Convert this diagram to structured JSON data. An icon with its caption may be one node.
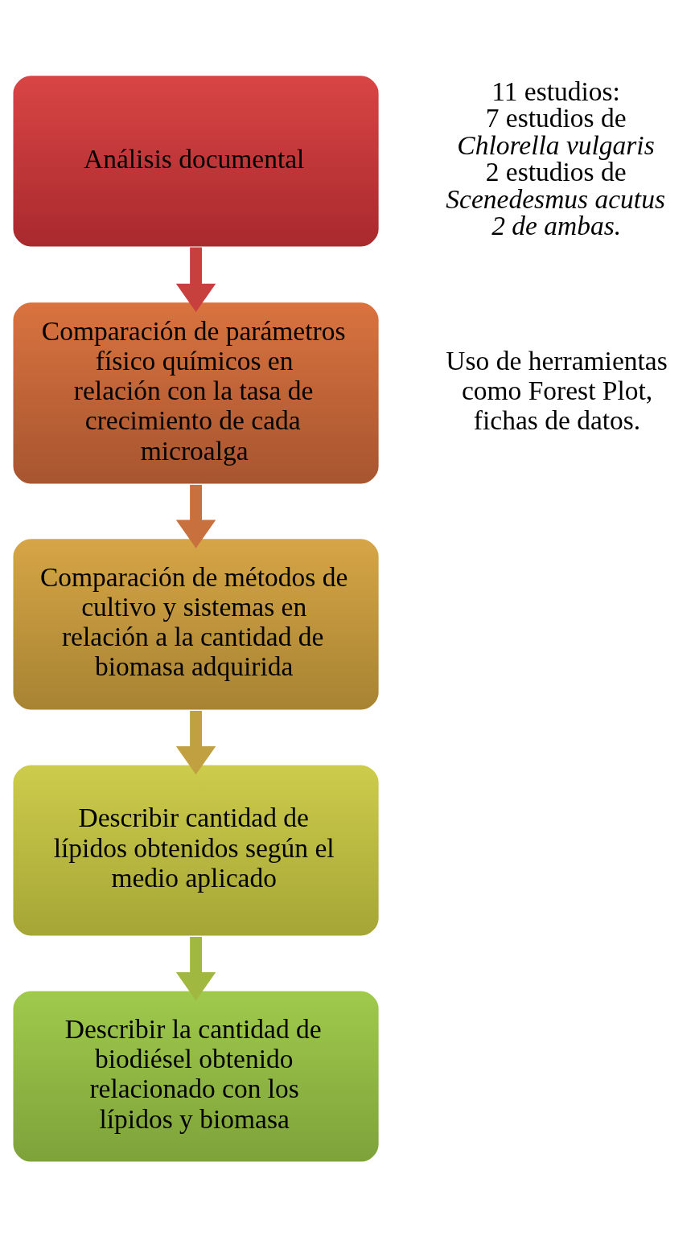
{
  "diagram": {
    "nodes": [
      {
        "text": [
          "Análisis documental"
        ],
        "beside": [
          "11 estudios:",
          "7 estudios de *Chlorella vulgaris*",
          "2 estudios de *Scenedesmus acutus*",
          "*2 de ambas.*"
        ]
      },
      {
        "text": [
          "Comparación de parámetros físico químicos en relación con la tasa de crecimiento de cada microalga"
        ],
        "beside": [
          "Uso de herramientas como Forest Plot, fichas de datos."
        ]
      },
      {
        "text": [
          "Comparación de métodos de cultivo y sistemas en relación a la cantidad de biomasa adquirida"
        ]
      },
      {
        "text": [
          "Describir cantidad de lípidos obtenidos según el medio aplicado"
        ]
      },
      {
        "text": [
          "Describir la cantidad de biodiésel obtenido relacionado con los lípidos y biomasa"
        ]
      }
    ],
    "edges": [
      {
        "from": 0,
        "to": 1,
        "arrow": "to",
        "color": "#c8403e"
      },
      {
        "from": 1,
        "to": 2,
        "arrow": "to",
        "color": "#c8703e"
      },
      {
        "from": 2,
        "to": 3,
        "arrow": "to",
        "color": "#c0a040"
      },
      {
        "from": 3,
        "to": 4,
        "arrow": "to",
        "color": "#a0b840"
      }
    ]
  }
}
